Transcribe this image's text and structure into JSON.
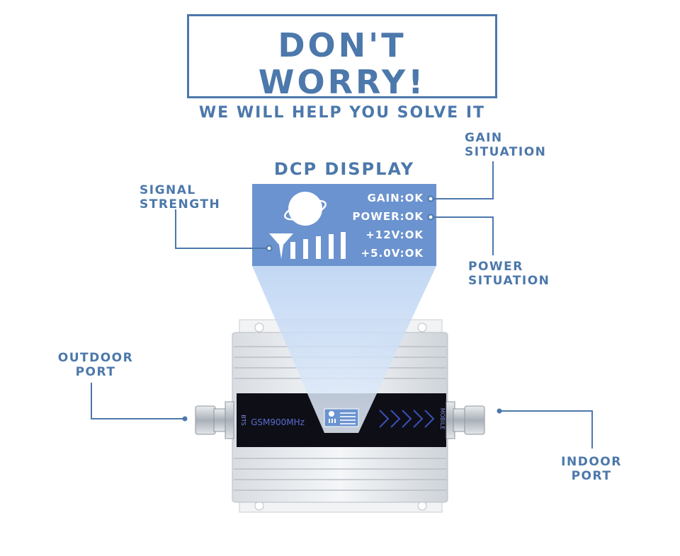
{
  "header": {
    "title": "DON'T WORRY!",
    "subtitle": "WE WILL HELP YOU SOLVE IT"
  },
  "display": {
    "title": "DCP DISPLAY",
    "statuses": [
      "GAIN:OK",
      "POWER:OK",
      "+12V:OK",
      "+5.0V:OK"
    ]
  },
  "callouts": {
    "signal_strength": [
      "SIGNAL",
      "STRENGTH"
    ],
    "gain_situation": [
      "GAIN",
      "SITUATION"
    ],
    "power_situation": [
      "POWER",
      "SITUATION"
    ],
    "outdoor_port": [
      "OUTDOOR",
      "PORT"
    ],
    "indoor_port": [
      "INDOOR",
      "PORT"
    ]
  },
  "device": {
    "model": "GSM900MHz",
    "left_port_label": "BTS",
    "right_port_label": "MOBILE"
  },
  "colors": {
    "accent": "#4c78ab",
    "display_bg": "#6b93cf",
    "beam": "#cfe0f7"
  },
  "icons": [
    "satellite-icon",
    "antenna-icon",
    "signal-bars-icon",
    "chevrons-icon"
  ]
}
